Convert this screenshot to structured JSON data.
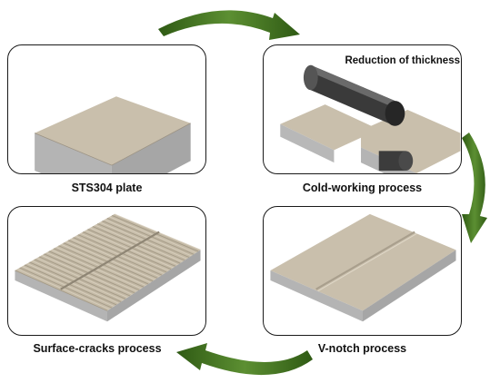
{
  "diagram": {
    "steps": [
      {
        "id": "plate",
        "label": "STS304 plate"
      },
      {
        "id": "cold",
        "label": "Cold-working process",
        "annotation": "Reduction of thickness"
      },
      {
        "id": "vnotch",
        "label": "V-notch process"
      },
      {
        "id": "cracks",
        "label": "Surface-cracks process"
      }
    ],
    "colors": {
      "plate_top": "#c9bfac",
      "plate_front": "#b4b4b4",
      "plate_side": "#a6a6a6",
      "roller": "#3c3c3c",
      "arrow": "#3f6b1f",
      "border": "#1a1a1a"
    },
    "arrow_count": 3
  }
}
